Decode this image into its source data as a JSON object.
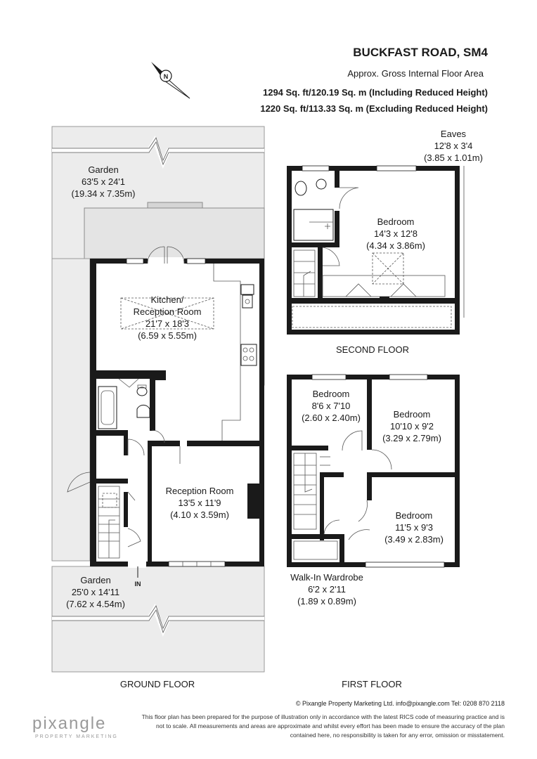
{
  "header": {
    "title": "BUCKFAST ROAD, SM4",
    "subtitle": "Approx. Gross Internal Floor Area",
    "area_including": "1294 Sq. ft/120.19 Sq. m (Including Reduced Height)",
    "area_excluding": "1220 Sq. ft/113.33 Sq. m (Excluding Reduced Height)"
  },
  "compass": {
    "label": "N",
    "icon": "north-arrow-icon"
  },
  "ground_floor": {
    "label": "GROUND FLOOR",
    "entrance": "IN",
    "garden_rear": {
      "name": "Garden",
      "imperial": "63'5 x 24'1",
      "metric": "(19.34 x 7.35m)"
    },
    "kitchen": {
      "name_line1": "Kitchen/",
      "name_line2": "Reception Room",
      "imperial": "21'7 x 18'3",
      "metric": "(6.59 x 5.55m)"
    },
    "reception": {
      "name": "Reception Room",
      "imperial": "13'5 x 11'9",
      "metric": "(4.10 x 3.59m)"
    },
    "garden_front": {
      "name": "Garden",
      "imperial": "25'0 x 14'11",
      "metric": "(7.62 x 4.54m)"
    }
  },
  "second_floor": {
    "label": "SECOND FLOOR",
    "eaves": {
      "name": "Eaves",
      "imperial": "12'8 x 3'4",
      "metric": "(3.85 x 1.01m)"
    },
    "bedroom": {
      "name": "Bedroom",
      "imperial": "14'3 x 12'8",
      "metric": "(4.34 x 3.86m)"
    }
  },
  "first_floor": {
    "label": "FIRST FLOOR",
    "bedroom_small": {
      "name": "Bedroom",
      "imperial": "8'6 x 7'10",
      "metric": "(2.60 x 2.40m)"
    },
    "bedroom_front": {
      "name": "Bedroom",
      "imperial": "10'10 x 9'2",
      "metric": "(3.29 x 2.79m)"
    },
    "bedroom_rear": {
      "name": "Bedroom",
      "imperial": "11'5 x 9'3",
      "metric": "(3.49 x 2.83m)"
    },
    "wardrobe": {
      "name": "Walk-In Wardrobe",
      "imperial": "6'2 x 2'11",
      "metric": "(1.89 x 0.89m)"
    }
  },
  "footer": {
    "credit": "© Pixangle Property Marketing Ltd. info@pixangle.com Tel: 0208 870 2118",
    "disclaimer_1": "This floor plan has been prepared for the purpose of illustration only in accordance with the latest RICS code of measuring practice and is",
    "disclaimer_2": "not to scale. All measurements and areas are approximate and whilst every effort has been made to ensure the accuracy of the plan",
    "disclaimer_3": "contained here, no responsibility is taken for any error, omission or misstatement.",
    "logo_text": "pixangle",
    "logo_sub": "PROPERTY MARKETING"
  }
}
